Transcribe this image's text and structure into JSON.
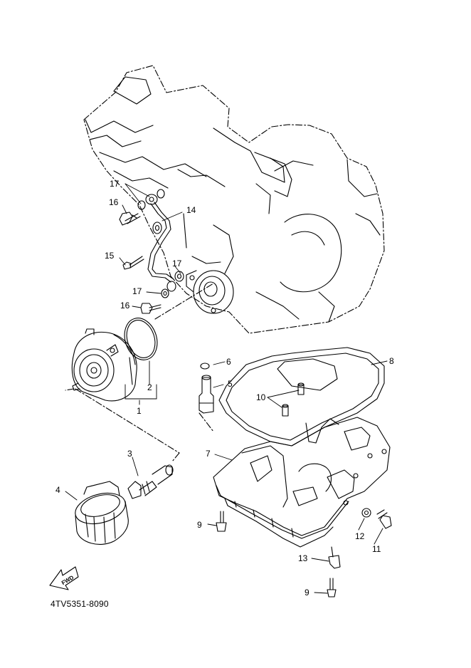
{
  "diagram_code": "4TV5351-8090",
  "fwd_label": "FWD",
  "callouts": {
    "p1": "1",
    "p2": "2",
    "p3": "3",
    "p4": "4",
    "p5": "5",
    "p6": "6",
    "p7": "7",
    "p8": "8",
    "p9a": "9",
    "p9b": "9",
    "p10": "10",
    "p11": "11",
    "p12": "12",
    "p13": "13",
    "p14": "14",
    "p15": "15",
    "p16a": "16",
    "p16b": "16",
    "p17a": "17",
    "p17b": "17",
    "p17c": "17"
  },
  "colors": {
    "line": "#000000",
    "background": "#ffffff"
  }
}
